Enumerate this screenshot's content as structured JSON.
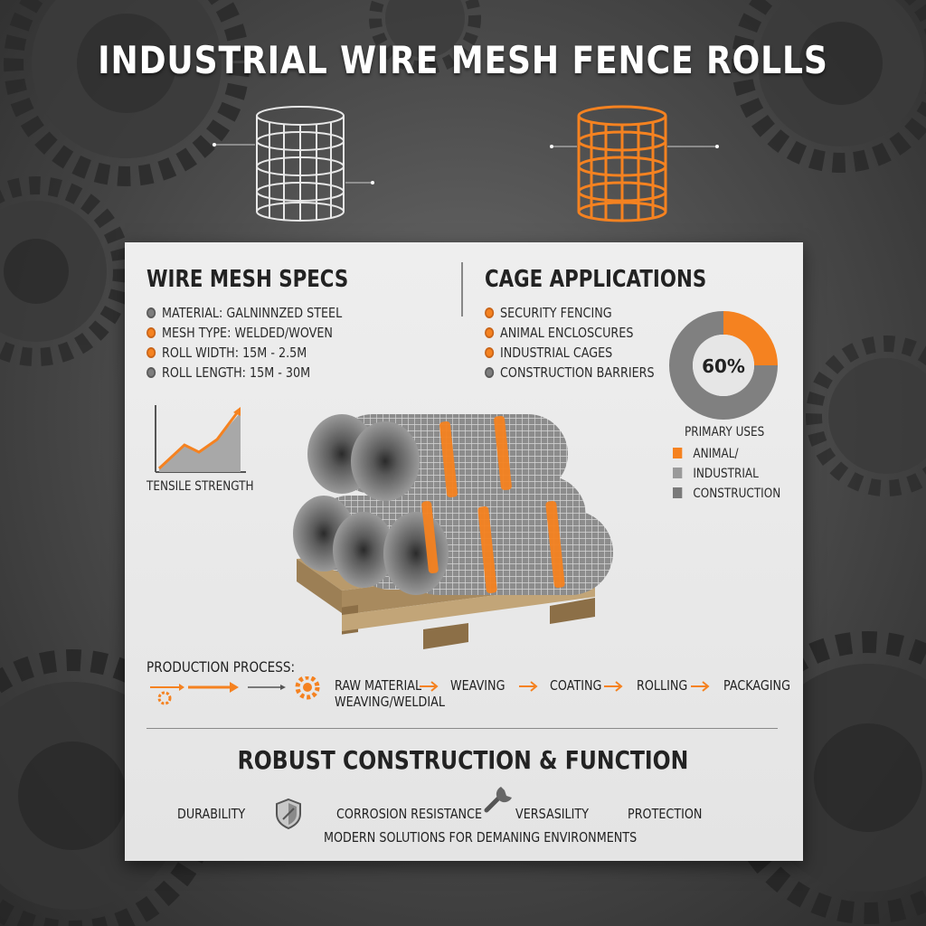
{
  "title": "INDUSTRIAL WIRE MESH FENCE ROLLS",
  "specs": {
    "heading": "WIRE MESH SPECS",
    "items": [
      {
        "icon": "gear-icon",
        "text": "MATERIAL: GALNINNZED STEEL",
        "color": "#7d7d7d"
      },
      {
        "icon": "mesh-icon",
        "text": "MESH TYPE: WELDED/WOVEN",
        "color": "#f58220"
      },
      {
        "icon": "width-icon",
        "text": "ROLL WIDTH: 15M - 2.5M",
        "color": "#f58220"
      },
      {
        "icon": "length-icon",
        "text": "ROLL LENGTH: 15M - 30M",
        "color": "#7d7d7d"
      }
    ],
    "chart_label": "TENSILE STRENGTH"
  },
  "applications": {
    "heading": "CAGE APPLICATIONS",
    "items": [
      {
        "icon": "security-icon",
        "text": "SECURITY FENCING",
        "color": "#f58220"
      },
      {
        "icon": "animal-icon",
        "text": "ANIMAL ENCLOSCURES",
        "color": "#f58220"
      },
      {
        "icon": "factory-icon",
        "text": "INDUSTRIAL CAGES",
        "color": "#f58220"
      },
      {
        "icon": "barrier-icon",
        "text": "CONSTRUCTION BARRIERS",
        "color": "#7d7d7d"
      }
    ]
  },
  "chart_data": {
    "type": "pie",
    "center_label": "60%",
    "slices": [
      {
        "name": "ANIMAL/",
        "value": 25,
        "color": "#f58220"
      },
      {
        "name": "INDUSTRIAL",
        "value": 75,
        "color": "#808080"
      }
    ],
    "title": "PRIMARY USES",
    "legend": [
      {
        "name": "ANIMAL/",
        "color": "#f58220"
      },
      {
        "name": "INDUSTRIAL",
        "color": "#9a9a9a"
      },
      {
        "name": "CONSTRUCTION",
        "color": "#7a7a7a"
      }
    ]
  },
  "process": {
    "heading": "PRODUCTION PROCESS:",
    "steps": [
      "RAW MATERIAL",
      "WEAVING",
      "COATING",
      "ROLLING",
      "PACKAGING"
    ],
    "sub": "WEAVING/WELDIAL"
  },
  "footer": {
    "heading": "ROBUST CONSTRUCTION & FUNCTION",
    "features": [
      "DURABILITY",
      "CORROSION RESISTANCE",
      "VERSASILITY",
      "PROTECTION"
    ],
    "tagline": "MODERN SOLUTIONS FOR DEMANING ENVIRONMENTS"
  },
  "colors": {
    "accent": "#f58220",
    "steel": "#7d7d7d",
    "panel": "#e8e8e8"
  }
}
